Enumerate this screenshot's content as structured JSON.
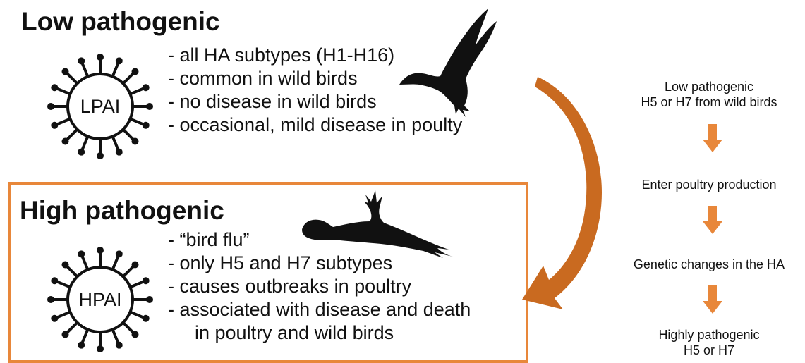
{
  "colors": {
    "accent": "#e8873a",
    "arrow": "#c96a20",
    "ink": "#111111"
  },
  "low": {
    "heading": "Low pathogenic",
    "virus_label": "LPAI",
    "bullets": [
      "- all HA subtypes (H1-H16)",
      "- common in wild birds",
      "- no disease in wild birds",
      "- occasional, mild disease in poulty"
    ],
    "icon": "flying-duck-icon"
  },
  "high": {
    "heading": "High pathogenic",
    "virus_label": "HPAI",
    "bullets": [
      "- “bird flu”",
      "- only H5 and H7 subtypes",
      "- causes outbreaks in poultry",
      "- associated with disease and death",
      "in poultry and wild birds"
    ],
    "icon": "dead-bird-icon"
  },
  "flow": {
    "step1_line1": "Low pathogenic",
    "step1_line2": "H5 or H7 from wild birds",
    "step2": "Enter poultry production",
    "step3": "Genetic changes in the HA",
    "step4_line1": "Highly pathogenic",
    "step4_line2": "H5 or H7"
  }
}
